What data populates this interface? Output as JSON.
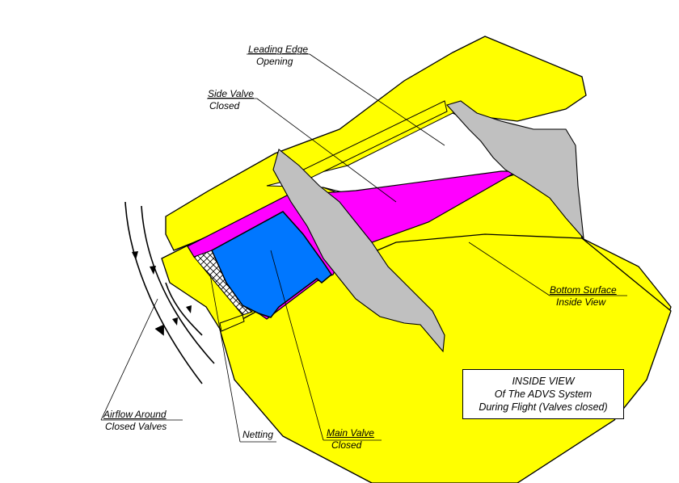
{
  "labels": {
    "leading_edge": {
      "line1": "Leading Edge",
      "line2": "Opening"
    },
    "side_valve": {
      "line1": "Side Valve",
      "line2": "Closed"
    },
    "bottom_surface": {
      "line1": "Bottom Surface",
      "line2": "Inside View"
    },
    "airflow": {
      "line1": "Airflow Around",
      "line2": "Closed Valves"
    },
    "netting": {
      "line1": "Netting"
    },
    "main_valve": {
      "line1": "Main Valve",
      "line2": "Closed"
    }
  },
  "title_box": {
    "line1": "INSIDE VIEW",
    "line2": "Of The ADVS System",
    "line3": "During Flight (Valves closed)"
  },
  "colors": {
    "wing_surface": "#ffff00",
    "side_valve": "#ff00ff",
    "main_valve": "#0077ff",
    "cut_section": "#c0c0c0",
    "outline": "#000000"
  }
}
